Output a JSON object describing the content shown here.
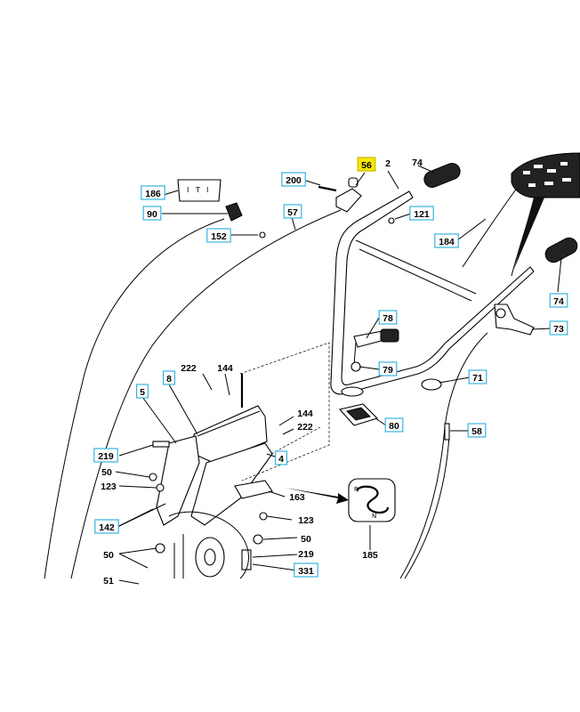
{
  "callouts": [
    {
      "id": "56",
      "label": "56",
      "boxed": true,
      "highlight": "#f5e800"
    },
    {
      "id": "2",
      "label": "2",
      "boxed": false
    },
    {
      "id": "74a",
      "label": "74",
      "boxed": false
    },
    {
      "id": "200",
      "label": "200",
      "boxed": true
    },
    {
      "id": "186",
      "label": "186",
      "boxed": true
    },
    {
      "id": "90",
      "label": "90",
      "boxed": true
    },
    {
      "id": "57",
      "label": "57",
      "boxed": true
    },
    {
      "id": "121",
      "label": "121",
      "boxed": true
    },
    {
      "id": "152",
      "label": "152",
      "boxed": true
    },
    {
      "id": "184",
      "label": "184",
      "boxed": true
    },
    {
      "id": "74b",
      "label": "74",
      "boxed": true
    },
    {
      "id": "78",
      "label": "78",
      "boxed": true
    },
    {
      "id": "73",
      "label": "73",
      "boxed": true
    },
    {
      "id": "79",
      "label": "79",
      "boxed": true
    },
    {
      "id": "71",
      "label": "71",
      "boxed": true
    },
    {
      "id": "222a",
      "label": "222",
      "boxed": false
    },
    {
      "id": "144a",
      "label": "144",
      "boxed": false
    },
    {
      "id": "5",
      "label": "5",
      "boxed": true
    },
    {
      "id": "8",
      "label": "8",
      "boxed": true
    },
    {
      "id": "144b",
      "label": "144",
      "boxed": false
    },
    {
      "id": "222b",
      "label": "222",
      "boxed": false
    },
    {
      "id": "80",
      "label": "80",
      "boxed": true
    },
    {
      "id": "58",
      "label": "58",
      "boxed": true
    },
    {
      "id": "219a",
      "label": "219",
      "boxed": true
    },
    {
      "id": "4",
      "label": "4",
      "boxed": true
    },
    {
      "id": "50a",
      "label": "50",
      "boxed": false
    },
    {
      "id": "123a",
      "label": "123",
      "boxed": false
    },
    {
      "id": "163",
      "label": "163",
      "boxed": false
    },
    {
      "id": "123b",
      "label": "123",
      "boxed": false
    },
    {
      "id": "142",
      "label": "142",
      "boxed": true
    },
    {
      "id": "50b",
      "label": "50",
      "boxed": false
    },
    {
      "id": "50c",
      "label": "50",
      "boxed": false
    },
    {
      "id": "219b",
      "label": "219",
      "boxed": false
    },
    {
      "id": "331",
      "label": "331",
      "boxed": true
    },
    {
      "id": "185",
      "label": "185",
      "boxed": false
    },
    {
      "id": "51",
      "label": "51",
      "boxed": false
    }
  ]
}
